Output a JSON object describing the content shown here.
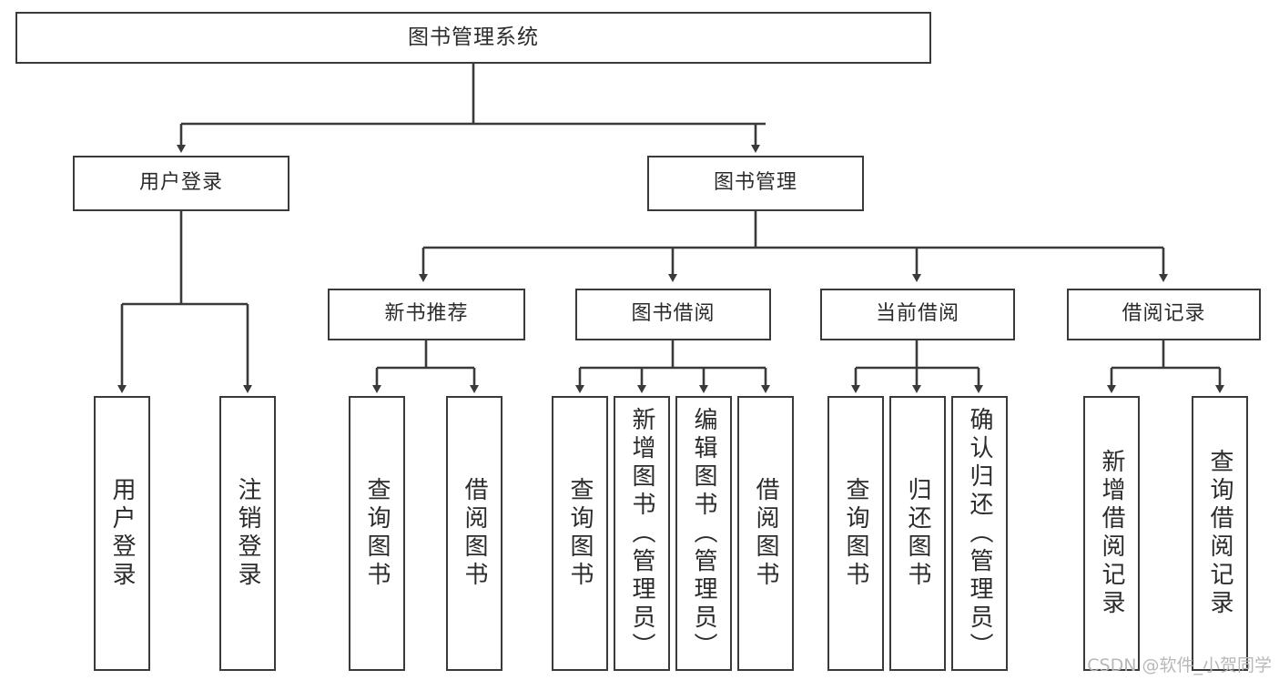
{
  "diagram": {
    "title": "图书管理系统",
    "type": "tree",
    "background_color": "#ffffff",
    "line_color": "#3a3a3a",
    "text_color": "#2b2b2b",
    "watermark": "CSDN @软件_小贺同学"
  },
  "nodes": {
    "root": {
      "label": "图书管理系统"
    },
    "level1": [
      {
        "id": "user-login",
        "label": "用户登录"
      },
      {
        "id": "book-manage",
        "label": "图书管理"
      }
    ],
    "level2": [
      {
        "id": "new-book-recommend",
        "label": "新书推荐"
      },
      {
        "id": "book-borrow",
        "label": "图书借阅"
      },
      {
        "id": "current-borrow",
        "label": "当前借阅"
      },
      {
        "id": "borrow-record",
        "label": "借阅记录"
      }
    ],
    "leaves": {
      "user_login": [
        {
          "id": "leaf-user-login",
          "label": "用户登录"
        },
        {
          "id": "leaf-user-logout",
          "label": "注销登录"
        }
      ],
      "new_book_recommend": [
        {
          "id": "leaf-query-book-1",
          "label": "查询图书"
        },
        {
          "id": "leaf-borrow-book-1",
          "label": "借阅图书"
        }
      ],
      "book_borrow": [
        {
          "id": "leaf-query-book-2",
          "label": "查询图书"
        },
        {
          "id": "leaf-add-book",
          "label": "新增图书（管理员）"
        },
        {
          "id": "leaf-edit-book",
          "label": "编辑图书（管理员）"
        },
        {
          "id": "leaf-borrow-book-2",
          "label": "借阅图书"
        }
      ],
      "current_borrow": [
        {
          "id": "leaf-query-book-3",
          "label": "查询图书"
        },
        {
          "id": "leaf-return-book",
          "label": "归还图书"
        },
        {
          "id": "leaf-confirm-return",
          "label": "确认归还（管理员）"
        }
      ],
      "borrow_record": [
        {
          "id": "leaf-add-record",
          "label": "新增借阅记录"
        },
        {
          "id": "leaf-query-record",
          "label": "查询借阅记录"
        }
      ]
    }
  }
}
